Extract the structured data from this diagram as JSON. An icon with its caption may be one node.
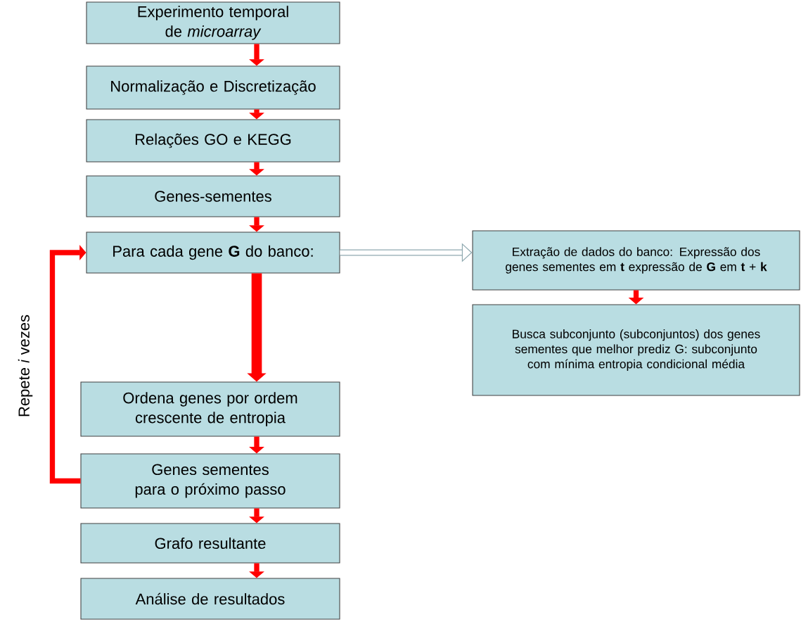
{
  "diagram": {
    "nodes": [
      {
        "text": [
          "Experimento temporal de *microarray*"
        ]
      },
      {
        "text": [
          "Normalização e Discretização"
        ]
      },
      {
        "text": [
          "Relações GO e KEGG"
        ]
      },
      {
        "text": [
          "Genes-sementes"
        ]
      },
      {
        "text": [
          "Para cada gene **G** do banco:"
        ]
      },
      {
        "text": [
          "Extração de dados do banco: Expressão dos genes sementes em **t** expressão de **G** em **t** + **k**"
        ]
      },
      {
        "text": [
          "Busca subconjunto (subconjuntos) dos genes sementes que melhor prediz G: subconjunto com mínima entropia condicional média"
        ]
      },
      {
        "text": [
          "Ordena genes por ordem crescente de entropia"
        ]
      },
      {
        "text": [
          "Genes sementes para o próximo passo"
        ]
      },
      {
        "text": [
          "Grafo resultante"
        ]
      },
      {
        "text": [
          "Análise de resultados"
        ]
      }
    ],
    "edges": [
      {
        "from": 0,
        "to": 1,
        "arrow": "to"
      },
      {
        "from": 1,
        "to": 2,
        "arrow": "to"
      },
      {
        "from": 2,
        "to": 3,
        "arrow": "to"
      },
      {
        "from": 3,
        "to": 4,
        "arrow": "to"
      },
      {
        "from": 4,
        "to": 5,
        "arrow": "to",
        "color": "#8fa9b0"
      },
      {
        "from": 5,
        "to": 6,
        "arrow": "to"
      },
      {
        "from": 4,
        "to": 7,
        "arrow": "to",
        "style": "thick"
      },
      {
        "from": 7,
        "to": 8,
        "arrow": "to"
      },
      {
        "from": 8,
        "to": 4,
        "arrow": "to"
      },
      {
        "from": 8,
        "to": 9,
        "arrow": "to"
      },
      {
        "from": 9,
        "to": 10,
        "arrow": "to"
      }
    ],
    "labels": [
      "Repete *i* vezes"
    ]
  }
}
